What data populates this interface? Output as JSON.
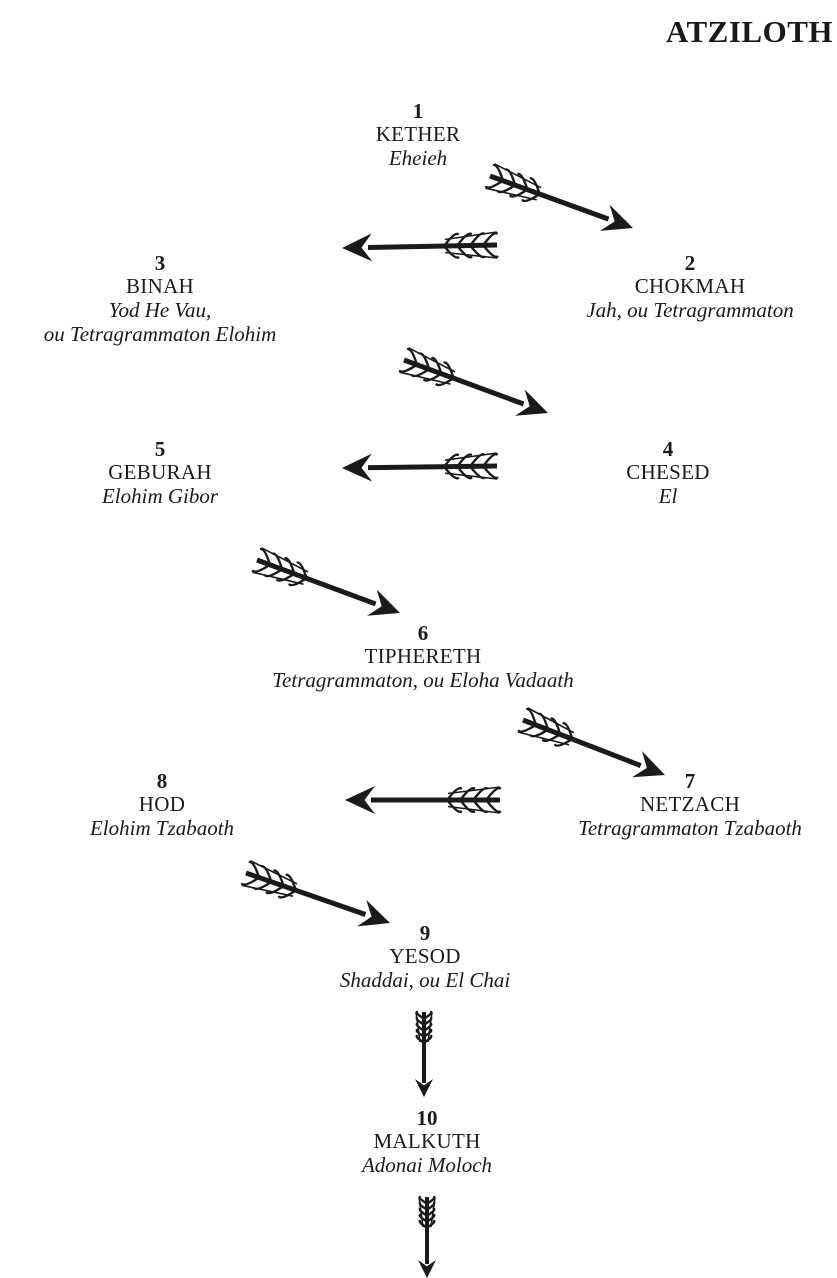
{
  "title": "ATZILOTH",
  "sephiroth": [
    {
      "number": "1",
      "name": "KETHER",
      "divine_name": [
        "Eheieh"
      ]
    },
    {
      "number": "2",
      "name": "CHOKMAH",
      "divine_name": [
        "Jah, ou Tetragrammaton"
      ]
    },
    {
      "number": "3",
      "name": "BINAH",
      "divine_name": [
        "Yod He Vau,",
        "ou Tetragrammaton Elohim"
      ]
    },
    {
      "number": "4",
      "name": "CHESED",
      "divine_name": [
        "El"
      ]
    },
    {
      "number": "5",
      "name": "GEBURAH",
      "divine_name": [
        "Elohim Gibor"
      ]
    },
    {
      "number": "6",
      "name": "TIPHERETH",
      "divine_name": [
        "Tetragrammaton, ou Eloha Vadaath"
      ]
    },
    {
      "number": "7",
      "name": "NETZACH",
      "divine_name": [
        "Tetragrammaton Tzabaoth"
      ]
    },
    {
      "number": "8",
      "name": "HOD",
      "divine_name": [
        "Elohim Tzabaoth"
      ]
    },
    {
      "number": "9",
      "name": "YESOD",
      "divine_name": [
        "Shaddai, ou El Chai"
      ]
    },
    {
      "number": "10",
      "name": "MALKUTH",
      "divine_name": [
        "Adonai Moloch"
      ]
    }
  ],
  "arrows": [
    {
      "from": "1",
      "to": "2"
    },
    {
      "from": "2",
      "to": "3"
    },
    {
      "from": "3",
      "to": "4"
    },
    {
      "from": "4",
      "to": "5"
    },
    {
      "from": "5",
      "to": "6"
    },
    {
      "from": "6",
      "to": "7"
    },
    {
      "from": "7",
      "to": "8"
    },
    {
      "from": "8",
      "to": "9"
    },
    {
      "from": "9",
      "to": "10"
    },
    {
      "from": "10",
      "to": "beyond"
    }
  ],
  "colors": {
    "ink": "#1a1a1a",
    "background": "#ffffff"
  }
}
